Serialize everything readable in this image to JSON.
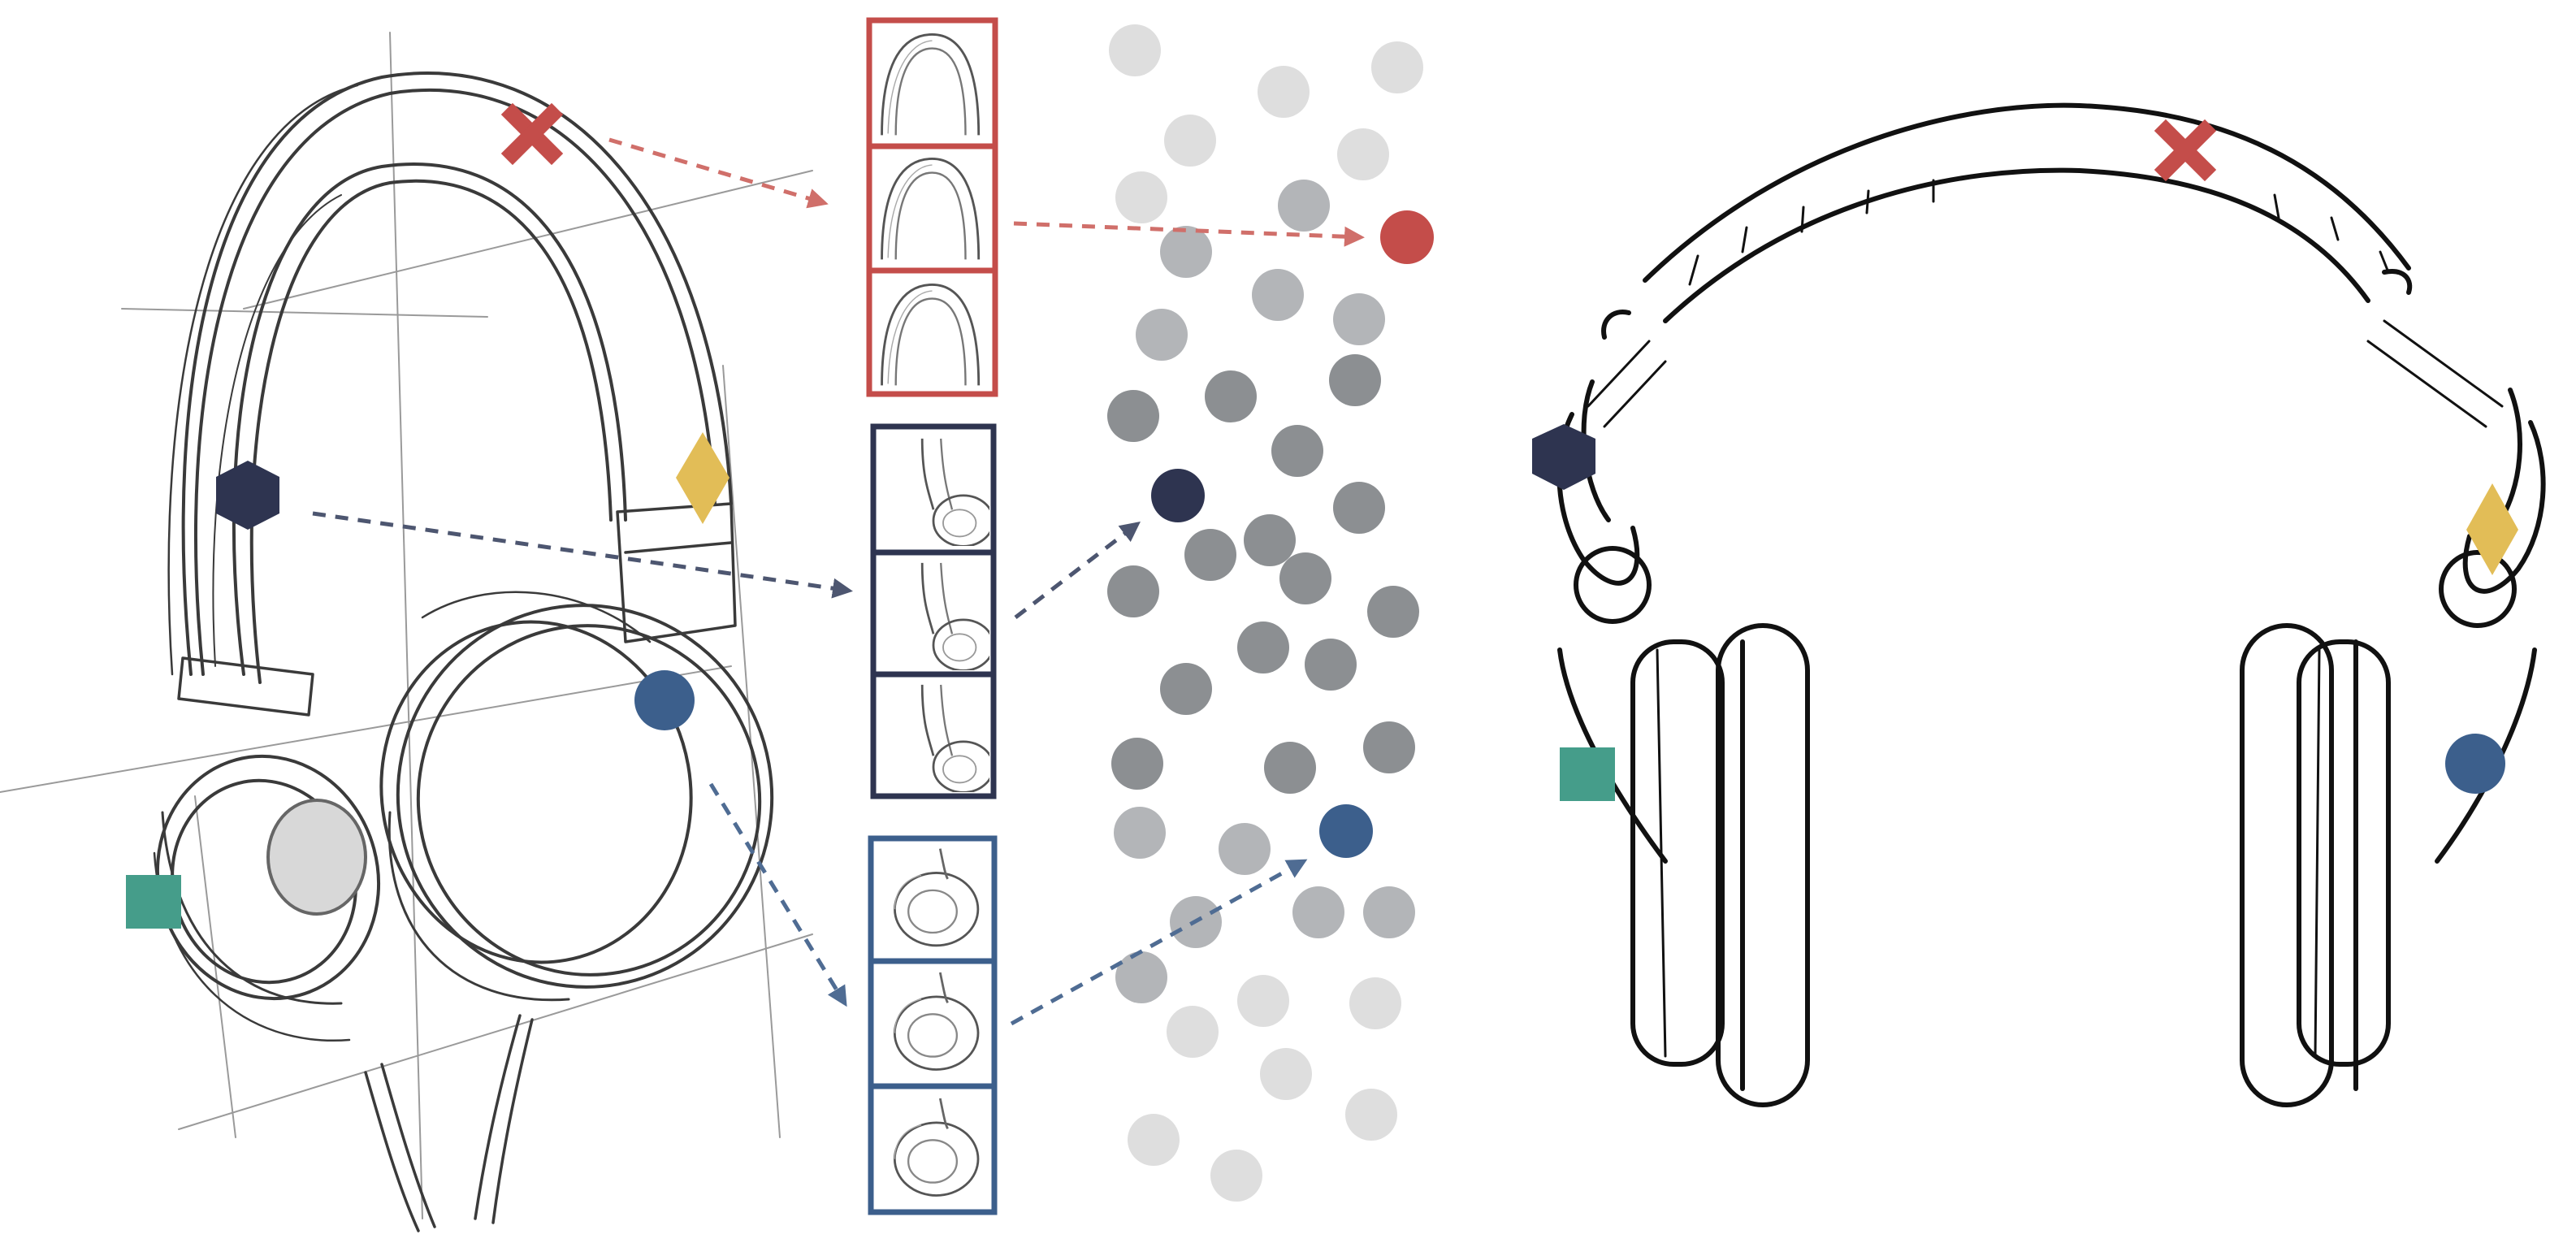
{
  "figure": {
    "description_free": true,
    "panels": [
      "sketch",
      "patches",
      "embedding",
      "lineart"
    ],
    "colors": {
      "red": "#c44d4a",
      "navy": "#2e3450",
      "gold": "#e2bd57",
      "blue": "#3c5f8c",
      "teal": "#459d8a",
      "arrow_red": "#d06f6a",
      "arrow_navy": "#4d5670",
      "arrow_blue": "#4f6c93",
      "dot_light": "#dedede",
      "dot_mid": "#b3b5b8",
      "dot_dark": "#8c8f92"
    },
    "markers": [
      {
        "id": "cross",
        "shape": "x-mark",
        "color": "#c44d4a"
      },
      {
        "id": "hexagon",
        "shape": "hexagon",
        "color": "#2e3450"
      },
      {
        "id": "diamond",
        "shape": "diamond",
        "color": "#e2bd57"
      },
      {
        "id": "circle",
        "shape": "circle",
        "color": "#3c5f8c"
      },
      {
        "id": "square",
        "shape": "square",
        "color": "#459d8a"
      }
    ],
    "patch_groups": [
      {
        "id": "red-group",
        "color": "#c44d4a",
        "count": 3
      },
      {
        "id": "navy-group",
        "color": "#2e3450",
        "count": 3
      },
      {
        "id": "blue-group",
        "color": "#3c5f8c",
        "count": 3
      }
    ],
    "embedding_highlights": [
      {
        "group": "red-group",
        "color": "#c44d4a"
      },
      {
        "group": "navy-group",
        "color": "#2e3450"
      },
      {
        "group": "blue-group",
        "color": "#3c5f8c"
      }
    ]
  }
}
